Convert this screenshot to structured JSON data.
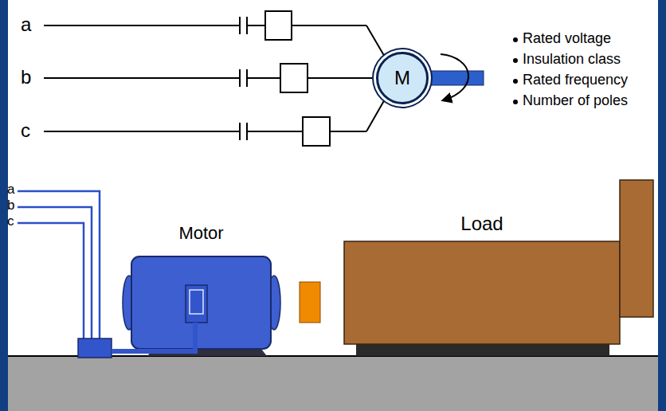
{
  "diagram": {
    "nodes": [
      {
        "text": [
          "M"
        ]
      },
      {
        "text": [
          "Motor"
        ]
      },
      {
        "text": [
          "Load"
        ]
      }
    ],
    "edges": [
      {
        "from": 1,
        "to": 2,
        "arrow": "none"
      }
    ],
    "labels": [
      "a",
      "b",
      "c",
      "Rated voltage",
      "Insulation class",
      "Rated frequency",
      "Number of poles",
      "a",
      "b",
      "c"
    ]
  }
}
